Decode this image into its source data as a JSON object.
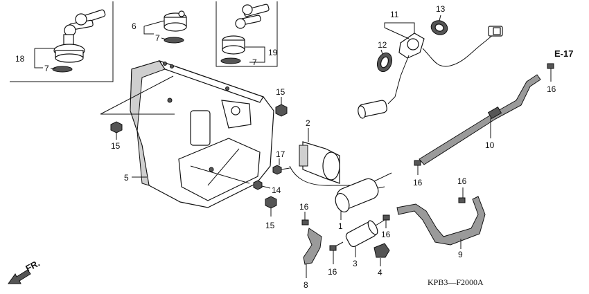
{
  "labels": {
    "p1": "1",
    "p2": "2",
    "p3": "3",
    "p4": "4",
    "p5": "5",
    "p6": "6",
    "p7a": "7",
    "p7b": "7",
    "p7c": "7",
    "p8": "8",
    "p9": "9",
    "p10": "10",
    "p11": "11",
    "p12": "12",
    "p13": "13",
    "p14": "14",
    "p15a": "15",
    "p15b": "15",
    "p15c": "15",
    "p16a": "16",
    "p16b": "16",
    "p16c": "16",
    "p16d": "16",
    "p16e": "16",
    "p16f": "16",
    "p17": "17",
    "p18": "18",
    "p19": "19"
  },
  "ref": "E-17",
  "direction": "FR.",
  "diagram_code": "KPB3—F2000A"
}
